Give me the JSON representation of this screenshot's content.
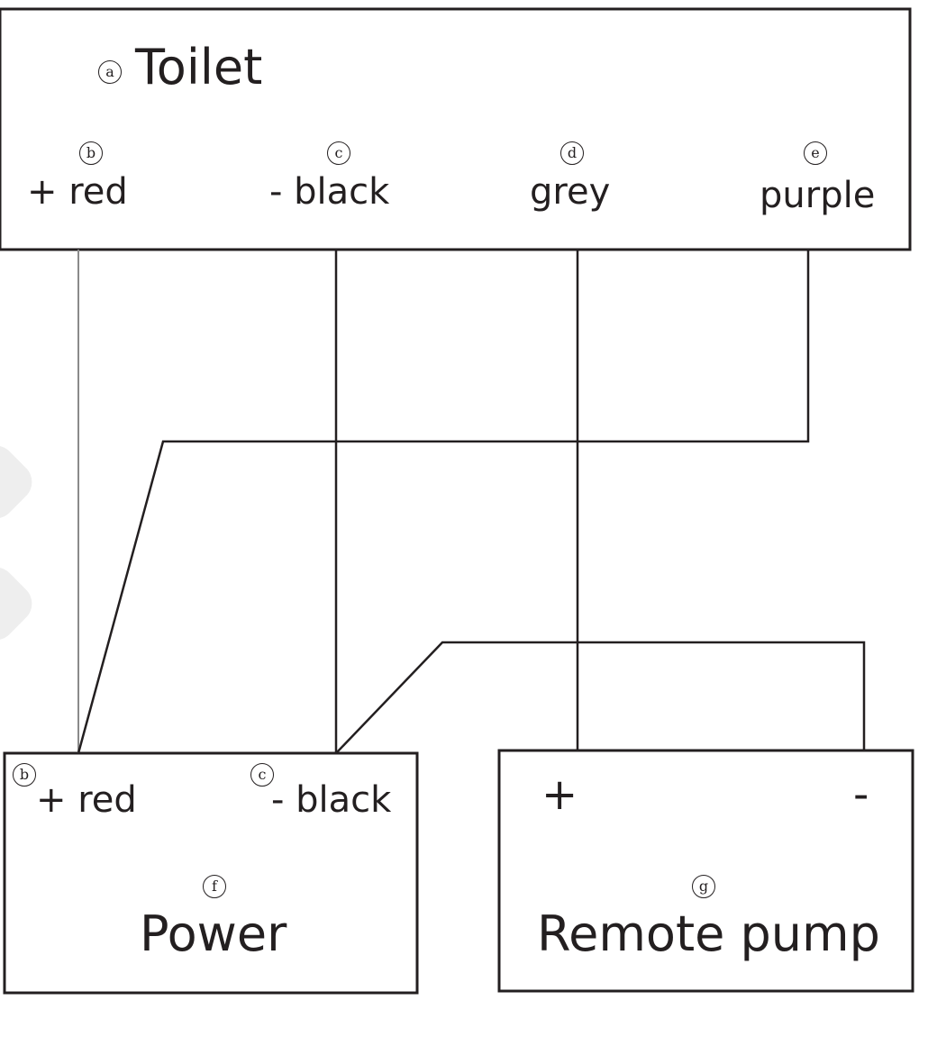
{
  "toilet": {
    "marker": "a",
    "title": "Toilet",
    "terminals": [
      {
        "marker": "b",
        "label": "+ red"
      },
      {
        "marker": "c",
        "label": "- black"
      },
      {
        "marker": "d",
        "label": "grey"
      },
      {
        "marker": "e",
        "label": "purple"
      }
    ]
  },
  "power": {
    "marker": "f",
    "title": "Power",
    "terminals": [
      {
        "marker": "b",
        "label": "+ red"
      },
      {
        "marker": "c",
        "label": "- black"
      }
    ]
  },
  "pump": {
    "marker": "g",
    "title": "Remote pump",
    "terminals": [
      {
        "label": "+"
      },
      {
        "label": "-"
      }
    ]
  },
  "colors": {
    "line": "#231f20",
    "background": "#ffffff"
  }
}
